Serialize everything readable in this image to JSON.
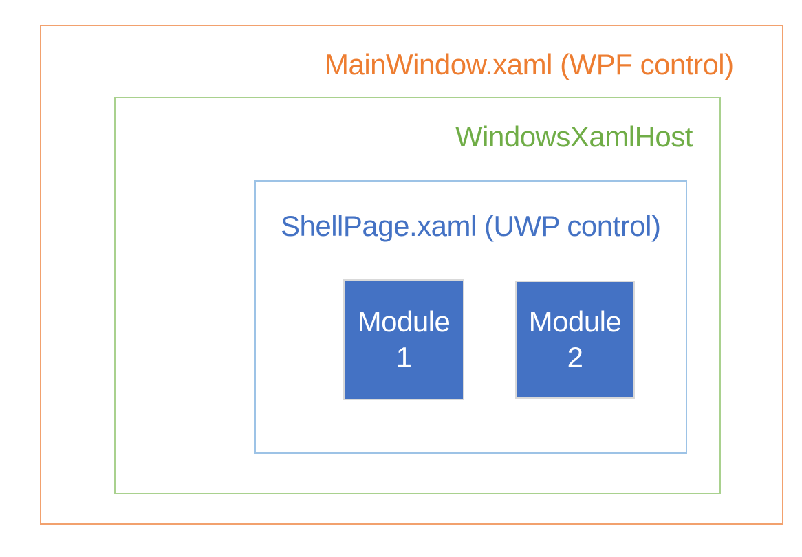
{
  "diagram": {
    "outer_box": {
      "label": "MainWindow.xaml (WPF control)"
    },
    "host_box": {
      "label": "WindowsXamlHost"
    },
    "inner_box": {
      "label": "ShellPage.xaml (UWP control)"
    },
    "modules": [
      {
        "line1": "Module",
        "line2": "1"
      },
      {
        "line1": "Module",
        "line2": "2"
      }
    ]
  },
  "colors": {
    "background": "#ffffff",
    "outer_border": "#f2a16e",
    "outer_text": "#ed7d31",
    "host_border": "#a9d18e",
    "host_text": "#70ad47",
    "inner_border": "#9dc3e6",
    "inner_text": "#4472c4",
    "module_fill": "#4472c4",
    "module_border": "#d9d9d9",
    "module_text": "#ffffff"
  }
}
